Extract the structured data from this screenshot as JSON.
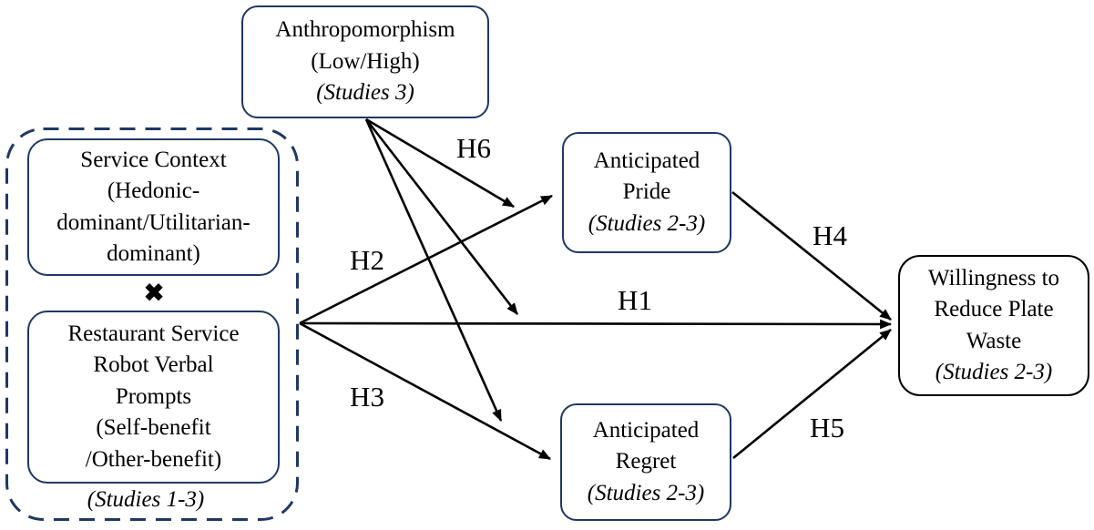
{
  "diagram": {
    "type": "conceptual-model",
    "colors": {
      "construct_border": "#1f3864",
      "outcome_border": "#000000",
      "arrow": "#000000",
      "text": "#000000",
      "background": "#ffffff"
    },
    "nodes": {
      "anthropomorphism": {
        "lines": [
          "Anthropomorphism",
          "(Low/High)"
        ],
        "studies": "(Studies 3)"
      },
      "service_context": {
        "lines": [
          "Service Context",
          "(Hedonic-",
          "dominant/Utilitarian-",
          "dominant)"
        ]
      },
      "robot_prompts": {
        "lines": [
          "Restaurant Service",
          "Robot Verbal",
          "Prompts",
          "(Self-benefit",
          "/Other-benefit)"
        ]
      },
      "independent_group": {
        "interaction_operator": "✖",
        "studies": "(Studies 1-3)"
      },
      "anticipated_pride": {
        "lines": [
          "Anticipated",
          "Pride"
        ],
        "studies": "(Studies 2-3)"
      },
      "anticipated_regret": {
        "lines": [
          "Anticipated",
          "Regret"
        ],
        "studies": "(Studies 2-3)"
      },
      "willingness": {
        "lines": [
          "Willingness to",
          "Reduce Plate",
          "Waste"
        ],
        "studies": "(Studies 2-3)"
      }
    },
    "edges": {
      "h1": {
        "label": "H1",
        "from": "service-context-x-robot-prompts",
        "to": "willingness-to-reduce-plate-waste"
      },
      "h2": {
        "label": "H2",
        "from": "service-context-x-robot-prompts",
        "to": "anticipated-pride"
      },
      "h3": {
        "label": "H3",
        "from": "service-context-x-robot-prompts",
        "to": "anticipated-regret"
      },
      "h4": {
        "label": "H4",
        "from": "anticipated-pride",
        "to": "willingness-to-reduce-plate-waste"
      },
      "h5": {
        "label": "H5",
        "from": "anticipated-regret",
        "to": "willingness-to-reduce-plate-waste"
      },
      "h6": {
        "label": "H6",
        "from": "anthropomorphism",
        "to": "h2-h1-h3-paths",
        "type": "moderation"
      }
    }
  }
}
